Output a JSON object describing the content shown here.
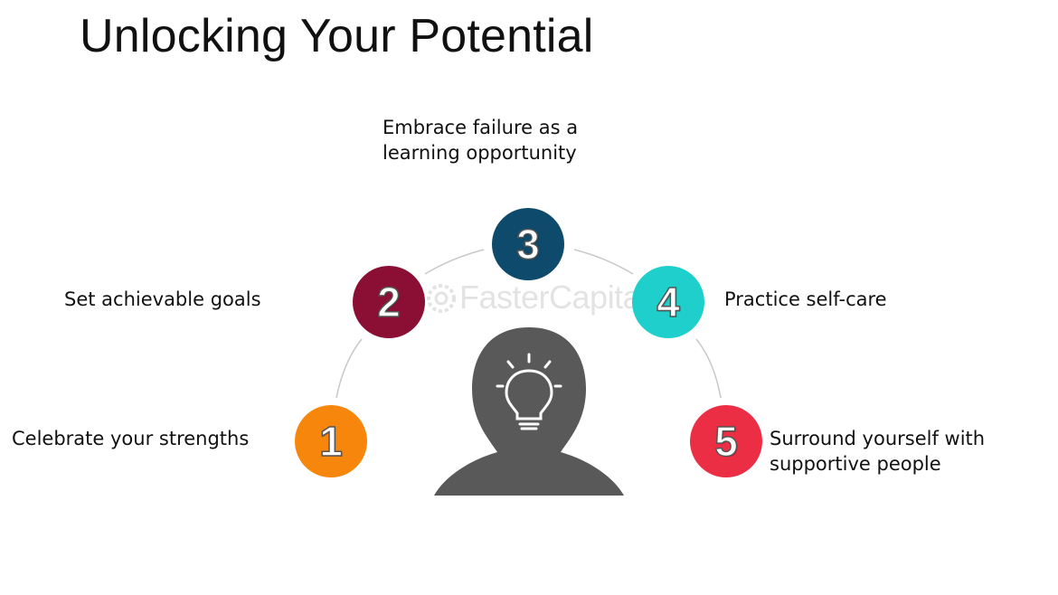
{
  "title": "Unlocking Your Potential",
  "watermark": "FasterCapital",
  "steps": [
    {
      "number": "1",
      "label": "Celebrate your strengths",
      "color": "#f7860d"
    },
    {
      "number": "2",
      "label": "Set achievable goals",
      "color": "#8b0f35"
    },
    {
      "number": "3",
      "label_line1": "Embrace failure as a",
      "label_line2": "learning opportunity",
      "color": "#0e4a6b"
    },
    {
      "number": "4",
      "label": "Practice self-care",
      "color": "#1fcfcb"
    },
    {
      "number": "5",
      "label_line1": "Surround yourself with",
      "label_line2": "supportive people",
      "color": "#ec2e45"
    }
  ],
  "icons": {
    "center": "head-lightbulb-icon"
  }
}
